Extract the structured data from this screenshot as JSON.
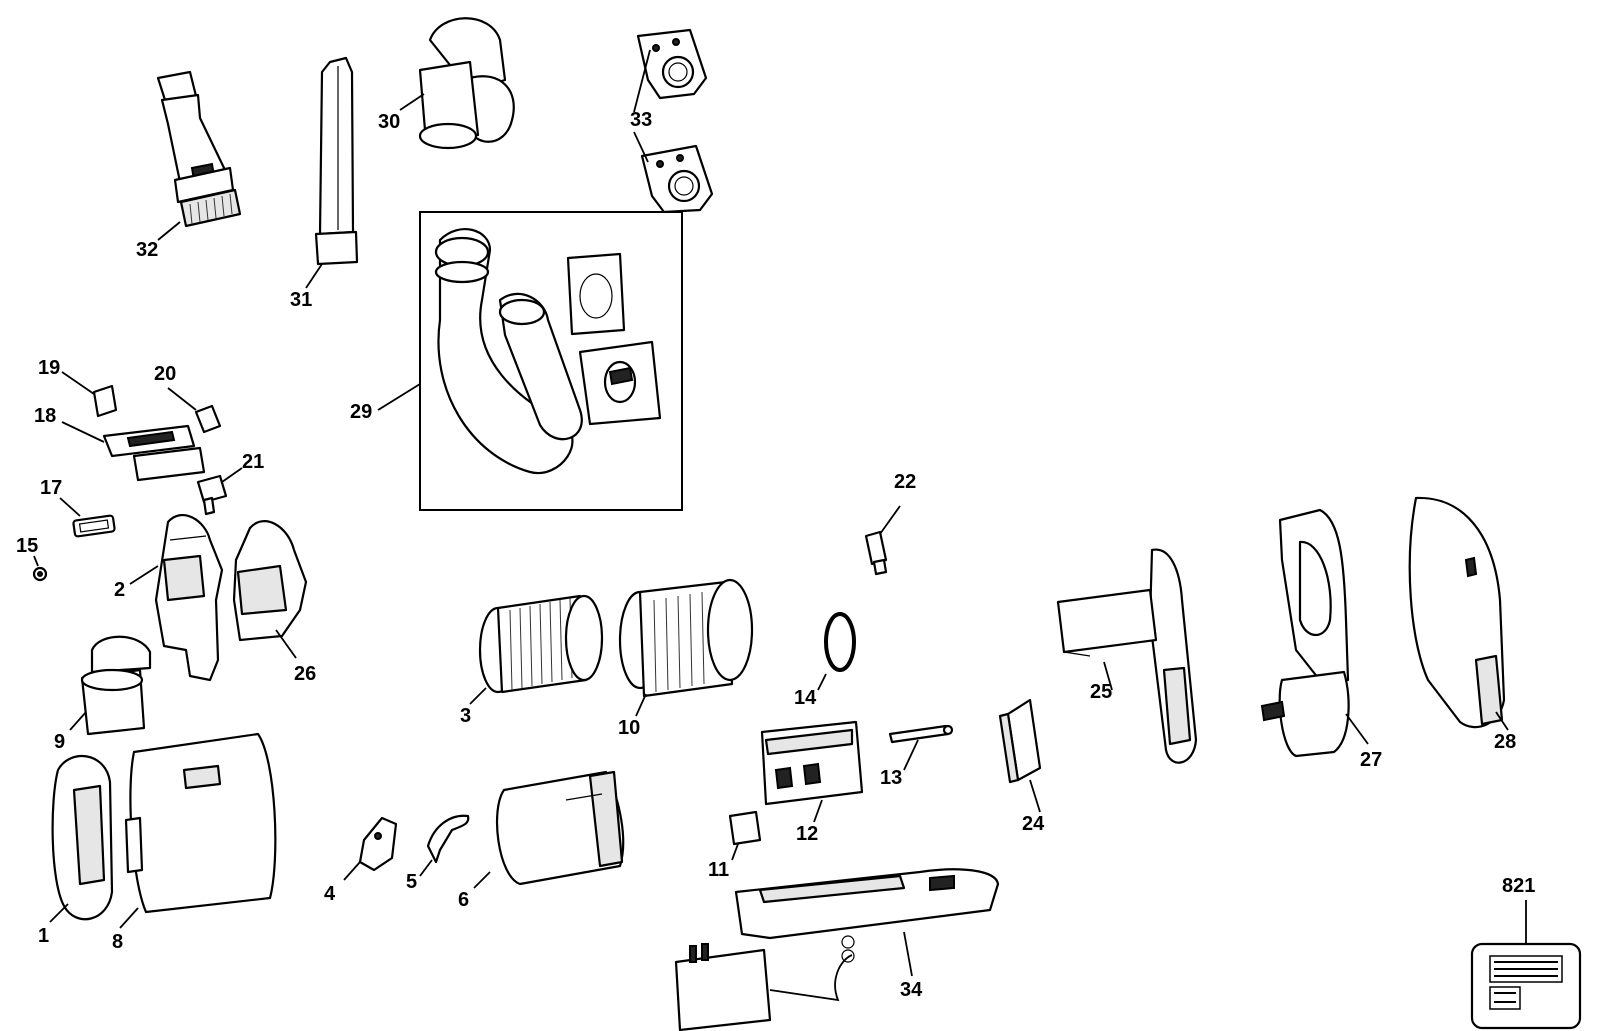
{
  "parts": {
    "p1": "1",
    "p2": "2",
    "p3": "3",
    "p4": "4",
    "p5": "5",
    "p6": "6",
    "p8": "8",
    "p9": "9",
    "p10": "10",
    "p11": "11",
    "p12": "12",
    "p13": "13",
    "p14": "14",
    "p15": "15",
    "p17": "17",
    "p18": "18",
    "p19": "19",
    "p20": "20",
    "p21": "21",
    "p22": "22",
    "p24": "24",
    "p25": "25",
    "p26": "26",
    "p27": "27",
    "p28": "28",
    "p29": "29",
    "p30": "30",
    "p31": "31",
    "p32": "32",
    "p33": "33",
    "p34": "34",
    "p821": "821"
  },
  "colors": {
    "line": "#000000",
    "background": "#ffffff",
    "shade": "#e6e6e6"
  }
}
